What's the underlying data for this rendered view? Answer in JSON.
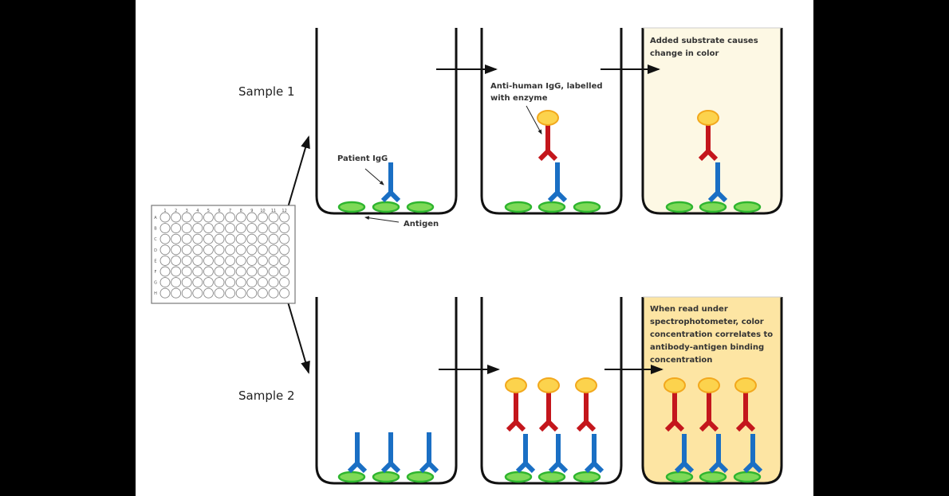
{
  "samples": {
    "sample1": "Sample 1",
    "sample2": "Sample 2"
  },
  "labels": {
    "patient_igg": "Patient IgG",
    "antigen": "Antigen",
    "anti_human_line1": "Anti-human IgG, labelled",
    "anti_human_line2": "with enzyme",
    "substrate_line1": "Added substrate causes",
    "substrate_line2": "change in color",
    "read_lines": [
      "When read under",
      "spectrophotometer, color",
      "concentration correlates to",
      "antibody-antigen binding",
      "concentration"
    ]
  },
  "plate": {
    "columns": [
      "1",
      "2",
      "3",
      "4",
      "5",
      "6",
      "7",
      "8",
      "9",
      "10",
      "11",
      "12"
    ],
    "rows": [
      "A",
      "B",
      "C",
      "D",
      "E",
      "F",
      "G",
      "H"
    ]
  },
  "colors": {
    "antigen_fill": "#7ed957",
    "antigen_stroke": "#2fb52f",
    "patient_igg": "#1a6fc4",
    "anti_igg": "#c4161c",
    "enzyme_fill": "#fcd34d",
    "enzyme_stroke": "#f2a81d",
    "light_substrate": "#fdf8e4",
    "dark_substrate": "#fde5a3"
  }
}
